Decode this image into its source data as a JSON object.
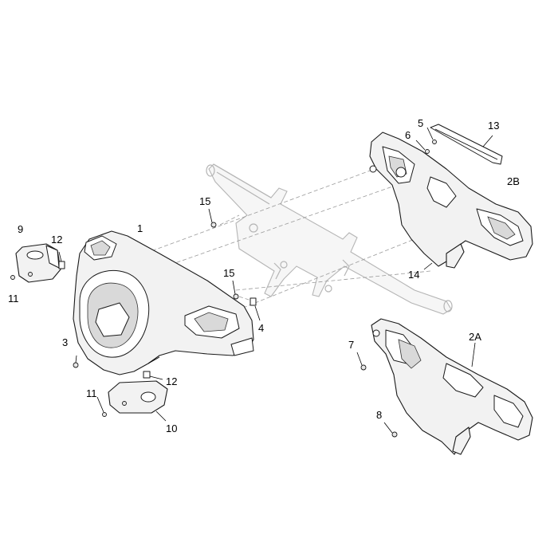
{
  "callouts": {
    "c1": "1",
    "c2a": "2A",
    "c2b": "2B",
    "c3": "3",
    "c4": "4",
    "c5": "5",
    "c6": "6",
    "c7": "7",
    "c8": "8",
    "c9": "9",
    "c10": "10",
    "c11a": "11",
    "c11b": "11",
    "c12a": "12",
    "c12b": "12",
    "c13": "13",
    "c14": "14",
    "c15a": "15",
    "c15b": "15"
  }
}
